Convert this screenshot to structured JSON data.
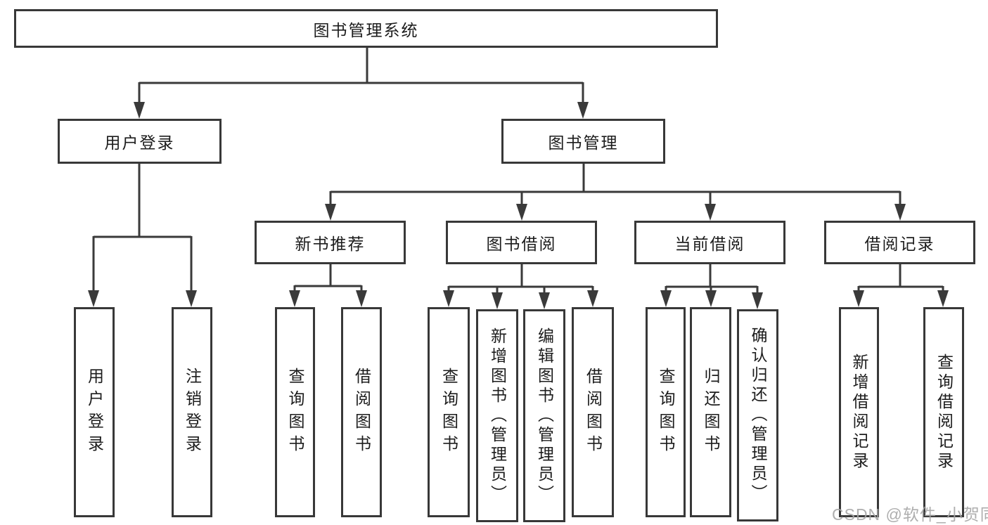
{
  "nodes": {
    "root": "图书管理系统",
    "level2": [
      "用户登录",
      "图书管理"
    ],
    "level3": [
      "新书推荐",
      "图书借阅",
      "当前借阅",
      "借阅记录"
    ],
    "leaves_user": [
      "用户登录",
      "注销登录"
    ],
    "leaves_recommend": [
      "查询图书",
      "借阅图书"
    ],
    "leaves_borrow": [
      "查询图书",
      "新增图书（管理员）",
      "编辑图书（管理员）",
      "借阅图书"
    ],
    "leaves_current": [
      "查询图书",
      "归还图书",
      "确认归还（管理员）"
    ],
    "leaves_record": [
      "新增借阅记录",
      "查询借阅记录"
    ]
  },
  "colors": {
    "line": "#3a3a3a",
    "text": "#1c1c1c",
    "background": "#ffffff",
    "watermark_text_color": "#a5a5a5"
  },
  "watermark": {
    "text": "CSDN @软件_小贺同学"
  }
}
